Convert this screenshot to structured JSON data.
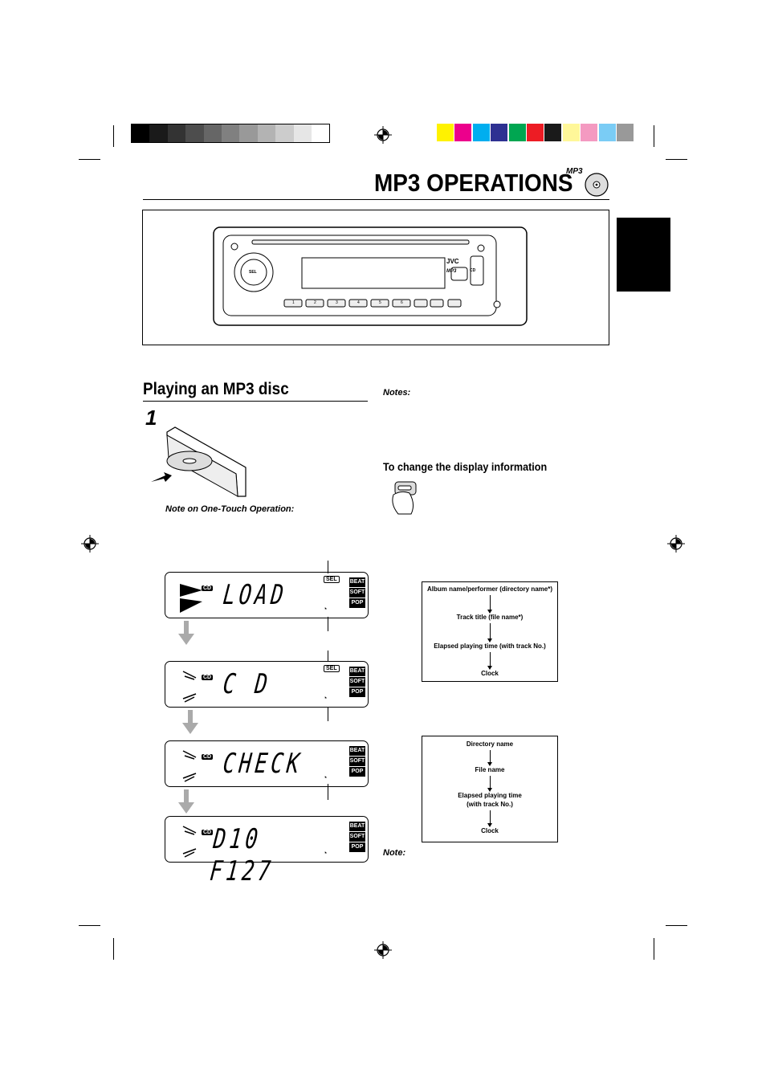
{
  "page_title": "MP3 OPERATIONS",
  "mp3_logo_text": "MP3",
  "section_heading": "Playing an MP3 disc",
  "step_number": "1",
  "note_one_touch": "Note on One-Touch Operation:",
  "notes_label": "Notes:",
  "change_display_heading": "To change the display information",
  "note_label": "Note:",
  "colors": {
    "grayscale_bar": [
      "#000000",
      "#1a1a1a",
      "#333333",
      "#4d4d4d",
      "#666666",
      "#808080",
      "#999999",
      "#b3b3b3",
      "#cccccc",
      "#e6e6e6",
      "#ffffff"
    ],
    "color_bar": [
      "#fff200",
      "#ec008c",
      "#00aeef",
      "#2e3192",
      "#00a651",
      "#ed1c24",
      "#1a1a1a",
      "#fff799",
      "#f49ac1",
      "#7accf5",
      "#999999"
    ]
  },
  "unit": {
    "brand": "JVC",
    "mp3_badge": "MP3",
    "cd_button": "CD",
    "sel_label": "SEL",
    "presets": [
      "1",
      "2",
      "3",
      "4",
      "5",
      "6"
    ]
  },
  "displays": [
    {
      "text": "LOAD",
      "cd_badge": "CD",
      "sel_badge": "SEL",
      "modes": [
        "BEAT",
        "SOFT",
        "POP"
      ]
    },
    {
      "text": "C  D",
      "cd_badge": "CD",
      "sel_badge": "SEL",
      "modes": [
        "BEAT",
        "SOFT",
        "POP"
      ]
    },
    {
      "text": "CHECK",
      "cd_badge": "CD",
      "modes": [
        "BEAT",
        "SOFT",
        "POP"
      ]
    },
    {
      "text": "D10 F127",
      "cd_badge": "CD",
      "modes": [
        "BEAT",
        "SOFT",
        "POP"
      ]
    }
  ],
  "flow1": [
    "Album name/performer (directory name*)",
    "Track title (file name*)",
    "Elapsed playing time (with track No.)",
    "Clock"
  ],
  "flow2": [
    "Directory name",
    "File name",
    "Elapsed playing time",
    "(with track No.)",
    "Clock"
  ]
}
